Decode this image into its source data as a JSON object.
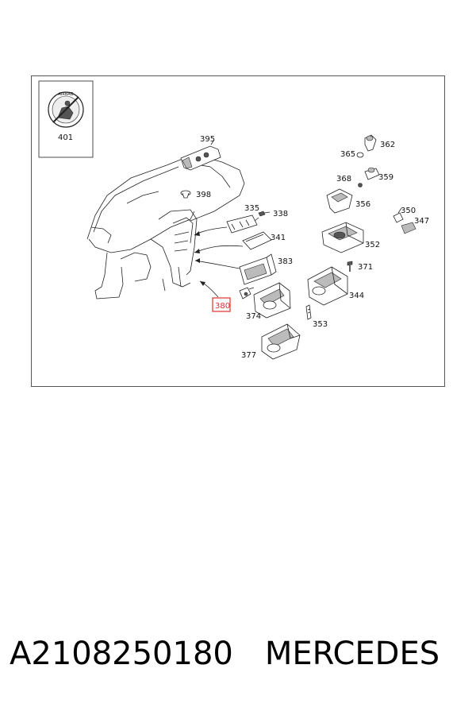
{
  "diagram": {
    "callouts": [
      {
        "id": "c401",
        "label": "401"
      },
      {
        "id": "c395",
        "label": "395"
      },
      {
        "id": "c365",
        "label": "365"
      },
      {
        "id": "c362",
        "label": "362"
      },
      {
        "id": "c398",
        "label": "398"
      },
      {
        "id": "c368",
        "label": "368"
      },
      {
        "id": "c359",
        "label": "359"
      },
      {
        "id": "c356",
        "label": "356"
      },
      {
        "id": "c335",
        "label": "335"
      },
      {
        "id": "c338",
        "label": "338"
      },
      {
        "id": "c350",
        "label": "350"
      },
      {
        "id": "c347",
        "label": "347"
      },
      {
        "id": "c341",
        "label": "341"
      },
      {
        "id": "c352",
        "label": "352"
      },
      {
        "id": "c383",
        "label": "383"
      },
      {
        "id": "c371",
        "label": "371"
      },
      {
        "id": "c380",
        "label": "380"
      },
      {
        "id": "c344",
        "label": "344"
      },
      {
        "id": "c374",
        "label": "374"
      },
      {
        "id": "c353",
        "label": "353"
      },
      {
        "id": "c377",
        "label": "377"
      }
    ],
    "highlighted_callout": "380",
    "highlight_color": "#e03030",
    "airbag_icon_text": "AIRBAG"
  },
  "footer": {
    "part_number": "A2108250180",
    "brand": "MERCEDES"
  }
}
